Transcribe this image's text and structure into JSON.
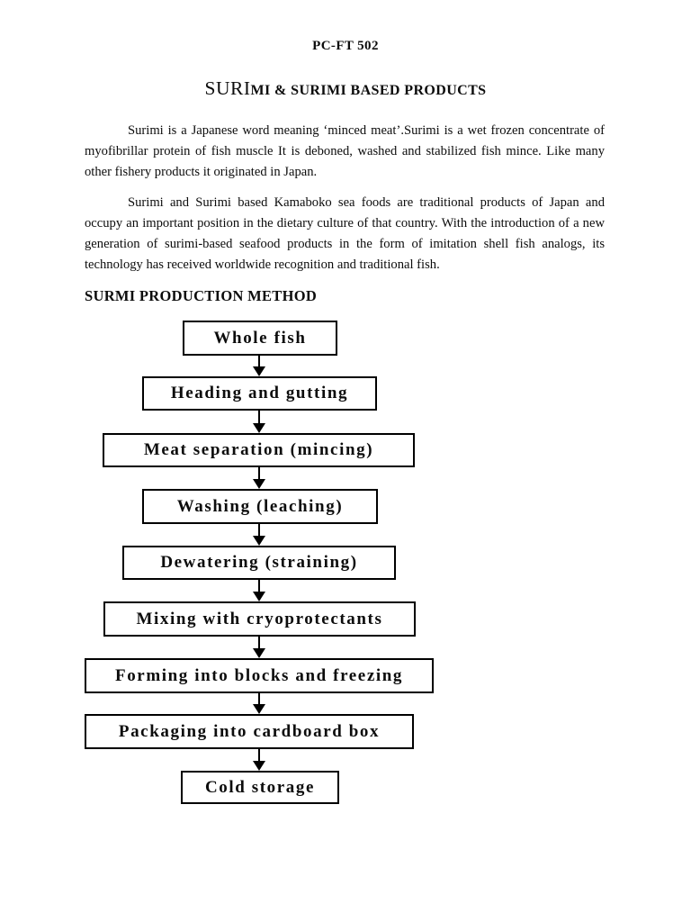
{
  "document": {
    "course_code": "PC-FT 502",
    "title": {
      "large": "SURI",
      "small": "MI & SURIMI BASED PRODUCTS"
    },
    "paragraphs": [
      "Surimi is a Japanese word meaning ‘minced meat’.Surimi is a wet frozen concentrate of myofibrillar protein of fish muscle It is deboned, washed and stabilized fish mince. Like many other fishery products it originated in Japan.",
      "Surimi and Surimi based Kamaboko sea foods are traditional products of Japan and occupy an important position in the dietary culture of that country. With the introduction of a new generation of surimi-based seafood products in the form of imitation shell fish analogs, its technology has received worldwide recognition and traditional fish."
    ],
    "section_heading": "SURMI PRODUCTION METHOD",
    "flowchart": {
      "steps": [
        {
          "label": "Whole fish"
        },
        {
          "label": "Heading and gutting"
        },
        {
          "label": "Meat separation (mincing)"
        },
        {
          "label": "Washing (leaching)"
        },
        {
          "label": "Dewatering (straining)"
        },
        {
          "label": "Mixing with cryoprotectants"
        },
        {
          "label": "Forming into blocks and freezing"
        },
        {
          "label": "Packaging into cardboard box"
        },
        {
          "label": "Cold storage"
        }
      ]
    },
    "colors": {
      "text": "#0c0c0c",
      "background": "#ffffff",
      "box_border": "#000000"
    }
  }
}
